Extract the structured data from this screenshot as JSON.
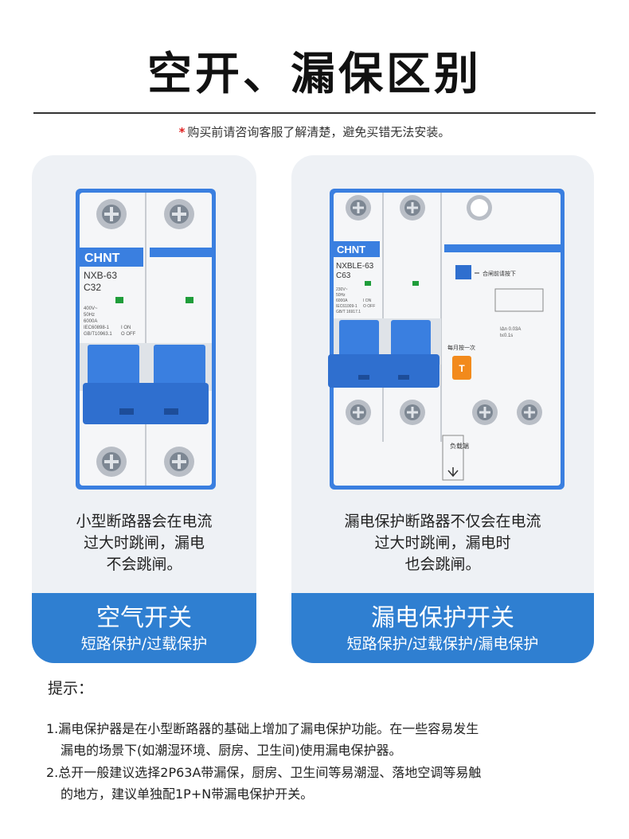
{
  "title": "空开、漏保区别",
  "notice": {
    "star": "*",
    "text": "购买前请咨询客服了解清楚，避免买错无法安装。"
  },
  "cards": [
    {
      "desc_lines": [
        "小型断路器会在电流",
        "过大时跳闸，漏电",
        "不会跳闸。"
      ],
      "band_main": "空气开关",
      "band_sub": "短路保护/过载保护",
      "device": {
        "brand": "CHNT",
        "model": "NXB-63",
        "rating": "C32",
        "specs": [
          "400V~",
          "50Hz",
          "6000A",
          "IEC60898-1",
          "GB/T10963.1"
        ],
        "on_label": "I ON",
        "off_label": "O OFF"
      }
    },
    {
      "desc_lines": [
        "漏电保护断路器不仅会在电流",
        "过大时跳闸，漏电时",
        "也会跳闸。"
      ],
      "band_main": "漏电保护开关",
      "band_sub": "短路保护/过载保护/漏电保护",
      "device": {
        "brand": "CHNT",
        "model": "NXBLE-63",
        "rating": "C63",
        "specs": [
          "230V~",
          "50Hz",
          "6000A",
          "IEC61009-1",
          "GB/T 16917.1"
        ],
        "on_label": "I ON",
        "off_label": "O OFF",
        "test_note": "合闸前请按下",
        "monthly": "每月按一次",
        "test_key": "T",
        "leak_spec1": "IΔn 0.03A",
        "leak_spec2": "t≤0.1s",
        "load_label": "负载端"
      }
    }
  ],
  "tips": {
    "heading": "提示：",
    "items": [
      {
        "first": "1.漏电保护器是在小型断路器的基础上增加了漏电保护功能。在一些容易发生",
        "cont": "漏电的场景下(如潮湿环境、厨房、卫生间)使用漏电保护器。"
      },
      {
        "first": "2.总开一般建议选择2P63A带漏保，厨房、卫生间等易潮湿、落地空调等易触",
        "cont": "的地方，建议单独配1P+N带漏电保护开关。"
      }
    ]
  },
  "colors": {
    "accent_blue": "#2f7fd1",
    "switch_blue": "#3a7fe0",
    "card_bg": "#eef1f5",
    "star_red": "#e02020",
    "test_button": "#f28a1c"
  }
}
